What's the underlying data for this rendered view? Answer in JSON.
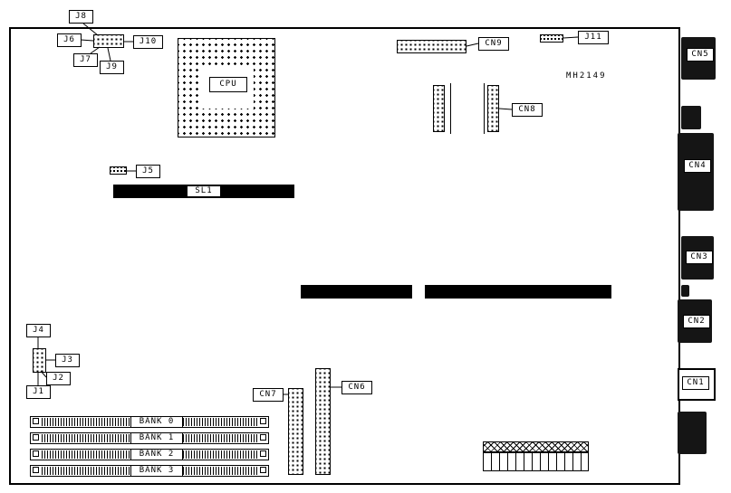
{
  "diagram": {
    "type": "motherboard-connector-location-diagram",
    "part_number": "MH2149"
  },
  "labels": {
    "j1": "J1",
    "j2": "J2",
    "j3": "J3",
    "j4": "J4",
    "j5": "J5",
    "j6": "J6",
    "j7": "J7",
    "j8": "J8",
    "j9": "J9",
    "j10": "J10",
    "j11": "J11",
    "cn1": "CN1",
    "cn2": "CN2",
    "cn3": "CN3",
    "cn4": "CN4",
    "cn5": "CN5",
    "cn6": "CN6",
    "cn7": "CN7",
    "cn8": "CN8",
    "cn9": "CN9",
    "sl1": "SL1",
    "cpu": "CPU"
  },
  "banks": [
    "BANK 0",
    "BANK 1",
    "BANK 2",
    "BANK 3"
  ]
}
